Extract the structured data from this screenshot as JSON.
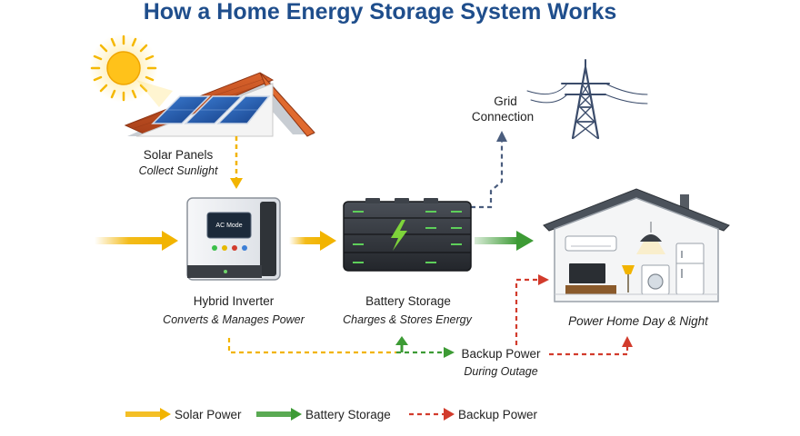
{
  "title": "How a Home Energy Storage System Works",
  "nodes": {
    "solar": {
      "label": "Solar Panels",
      "sub": "Collect Sunlight"
    },
    "grid": {
      "label1": "Grid",
      "label2": "Connection"
    },
    "inverter": {
      "label": "Hybrid Inverter",
      "sub": "Converts & Manages Power",
      "screen": "AC Mode"
    },
    "battery": {
      "label": "Battery Storage",
      "sub": "Charges & Stores Energy"
    },
    "home": {
      "label": "Power Home Day & Night"
    },
    "backup": {
      "label": "Backup Power",
      "sub": "During Outage"
    }
  },
  "legend": [
    {
      "label": "Solar Power",
      "color": "#f2b400",
      "style": "solid"
    },
    {
      "label": "Battery Storage",
      "color": "#3d9b35",
      "style": "solid"
    },
    {
      "label": "Backup Power",
      "color": "#d23b2c",
      "style": "dashed"
    }
  ],
  "colors": {
    "solar": "#f2b400",
    "battery": "#3d9b35",
    "backup": "#d23b2c",
    "grid": "#4a5d7e",
    "title": "#1f4e8c"
  }
}
